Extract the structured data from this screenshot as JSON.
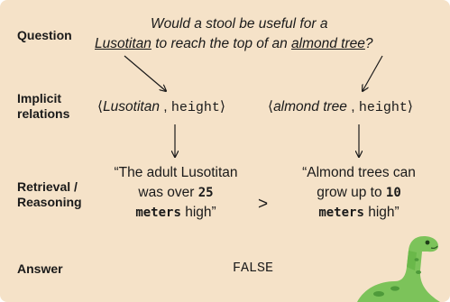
{
  "labels": {
    "question": "Question",
    "implicit_1": "Implicit",
    "implicit_2": "relations",
    "retrieval_1": "Retrieval /",
    "retrieval_2": "Reasoning",
    "answer": "Answer"
  },
  "question": {
    "line1": "Would a stool be useful for a",
    "entity1": "Lusotitan",
    "middle": " to reach the top of an ",
    "entity2": "almond tree",
    "end": "?"
  },
  "relations": [
    {
      "open": "⟨",
      "entity": "Lusotitan",
      "sep": " , ",
      "attribute": "height",
      "close": "⟩"
    },
    {
      "open": "⟨",
      "entity": "almond tree",
      "sep": " , ",
      "attribute": "height",
      "close": "⟩"
    }
  ],
  "evidence": [
    {
      "l1": "“The adult Lusotitan",
      "l2a": "was over ",
      "l2b": "25",
      "l3a": "meters",
      "l3b": " high”"
    },
    {
      "l1": "“Almond trees can",
      "l2a": "grow up to ",
      "l2b": "10",
      "l3a": "meters",
      "l3b": " high”"
    }
  ],
  "comparison": ">",
  "answer": "FALSE",
  "colors": {
    "panel": "#f5e2c8",
    "dino_body": "#7cc35a",
    "dino_dark": "#4e9a3a"
  },
  "icons": {
    "mascot": "dinosaur-icon"
  }
}
